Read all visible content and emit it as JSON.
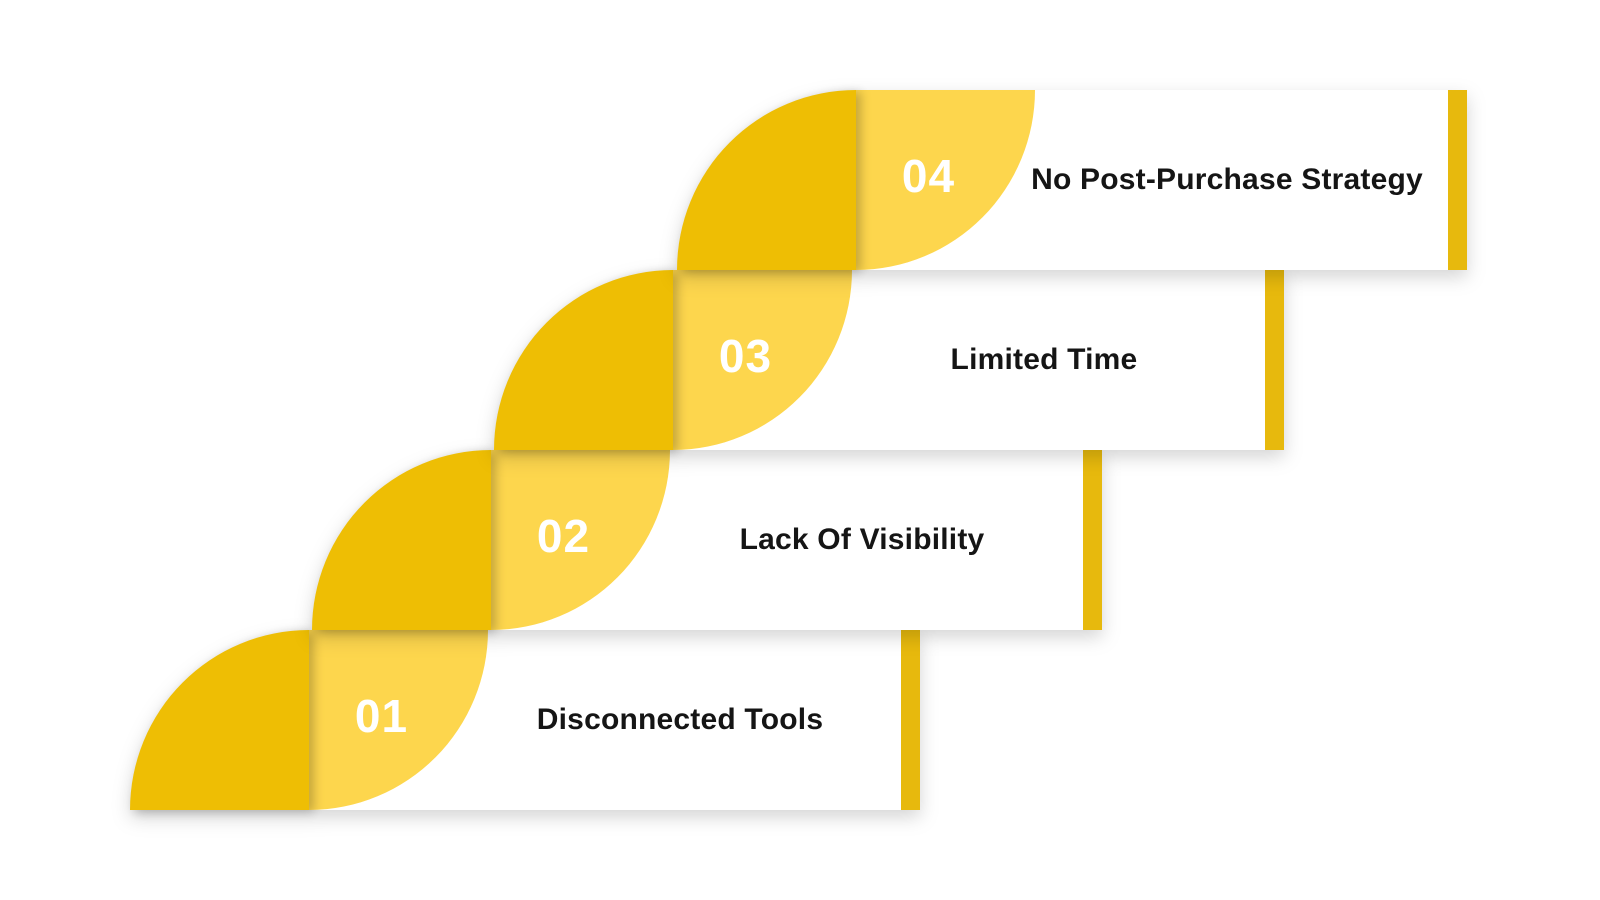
{
  "steps": [
    {
      "number": "01",
      "label": "Disconnected Tools"
    },
    {
      "number": "02",
      "label": "Lack Of Visibility"
    },
    {
      "number": "03",
      "label": "Limited Time"
    },
    {
      "number": "04",
      "label": "No Post-Purchase Strategy"
    }
  ],
  "colors": {
    "leaf_dark": "#EEBE04",
    "leaf_light": "#FDD64D",
    "accent_bar": "#E7B90D",
    "text": "#151515",
    "number_text": "#FFFFFF",
    "card_background": "#FFFFFF",
    "page_background": "#FFFFFF"
  }
}
